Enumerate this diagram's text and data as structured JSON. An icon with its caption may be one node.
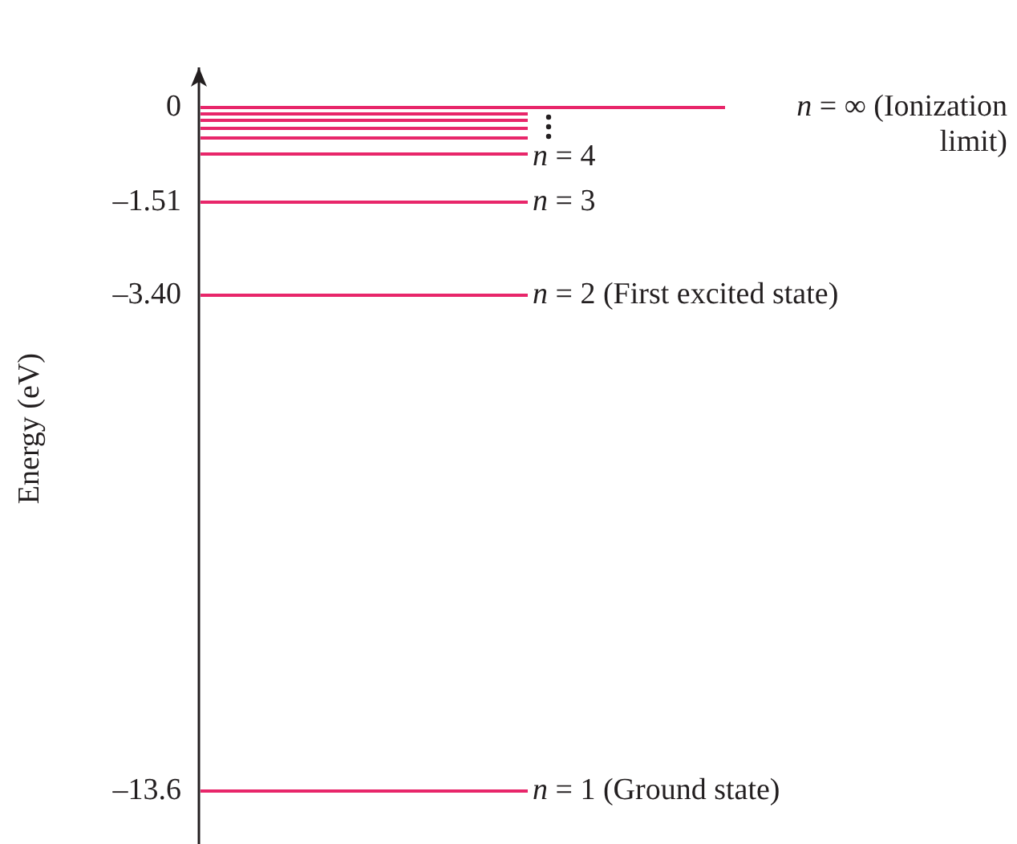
{
  "diagram": {
    "labels": [
      "0",
      "*n* = ∞ (Ionization limit)",
      "*n* = 4",
      "–1.51",
      "*n* = 3",
      "–3.40",
      "*n* = 2 (First excited state)",
      "Energy (eV)",
      "–13.6",
      "*n* = 1 (Ground state)"
    ]
  }
}
